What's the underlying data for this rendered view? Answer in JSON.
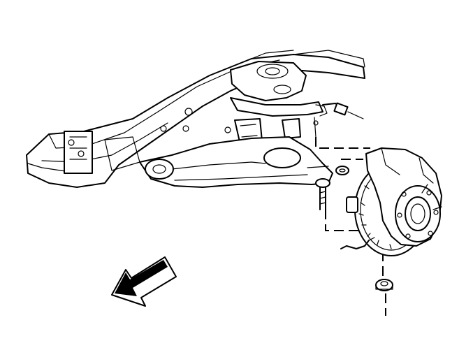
{
  "diagram": {
    "style": "line-art exploded view",
    "stroke_color": "#000000",
    "background_color": "#ffffff",
    "icons": [
      "direction-arrow-icon"
    ],
    "parts": [
      "frame-rail",
      "upper-control-arm",
      "lower-control-arm",
      "ball-joint-stud",
      "steering-knuckle",
      "brake-rotor",
      "wheel-hub",
      "knuckle-nut",
      "wheel-speed-sensor"
    ]
  }
}
